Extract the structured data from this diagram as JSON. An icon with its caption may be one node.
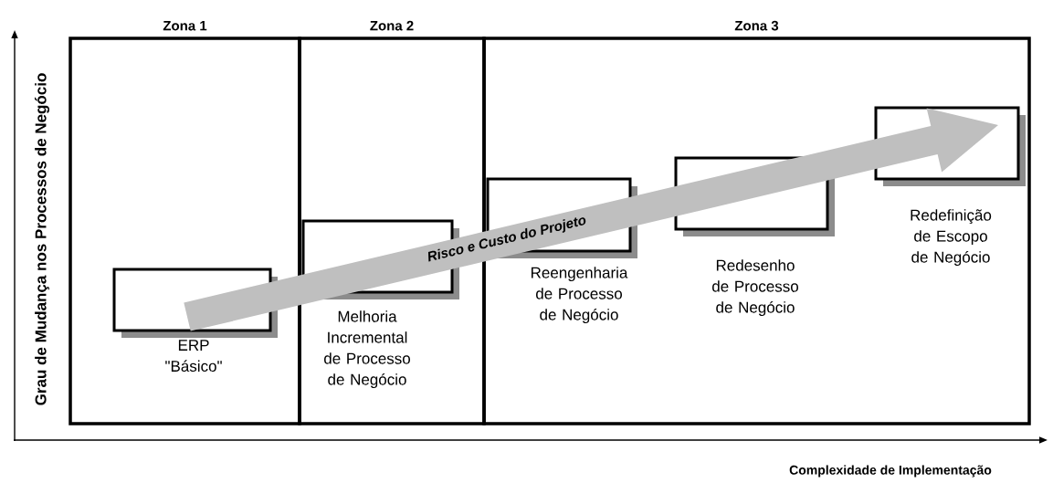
{
  "diagram": {
    "nodes": [
      {
        "text": [
          "Zona 1"
        ]
      },
      {
        "text": [
          "Zona 2"
        ]
      },
      {
        "text": [
          "Zona 3"
        ]
      },
      {
        "text": [],
        "shape": "box",
        "beside": [
          "ERP \"Básico\""
        ],
        "in": 0
      },
      {
        "text": [],
        "shape": "box",
        "beside": [
          "Melhoria Incremental de Processo de Negócio"
        ],
        "in": 1
      },
      {
        "text": [],
        "shape": "box",
        "beside": [
          "Reengenharia de Processo de Negócio"
        ],
        "in": 2
      },
      {
        "text": [],
        "shape": "box",
        "beside": [
          "Redesenho de Processo de Negócio"
        ],
        "in": 2
      },
      {
        "text": [],
        "shape": "box",
        "beside": [
          "Redefinição de Escopo de Negócio"
        ],
        "in": 2
      }
    ],
    "labels": [
      "Grau de Mudança nos Processos de Negócio",
      "Risco e Custo do Projeto",
      "Complexidade de Implementação"
    ]
  }
}
